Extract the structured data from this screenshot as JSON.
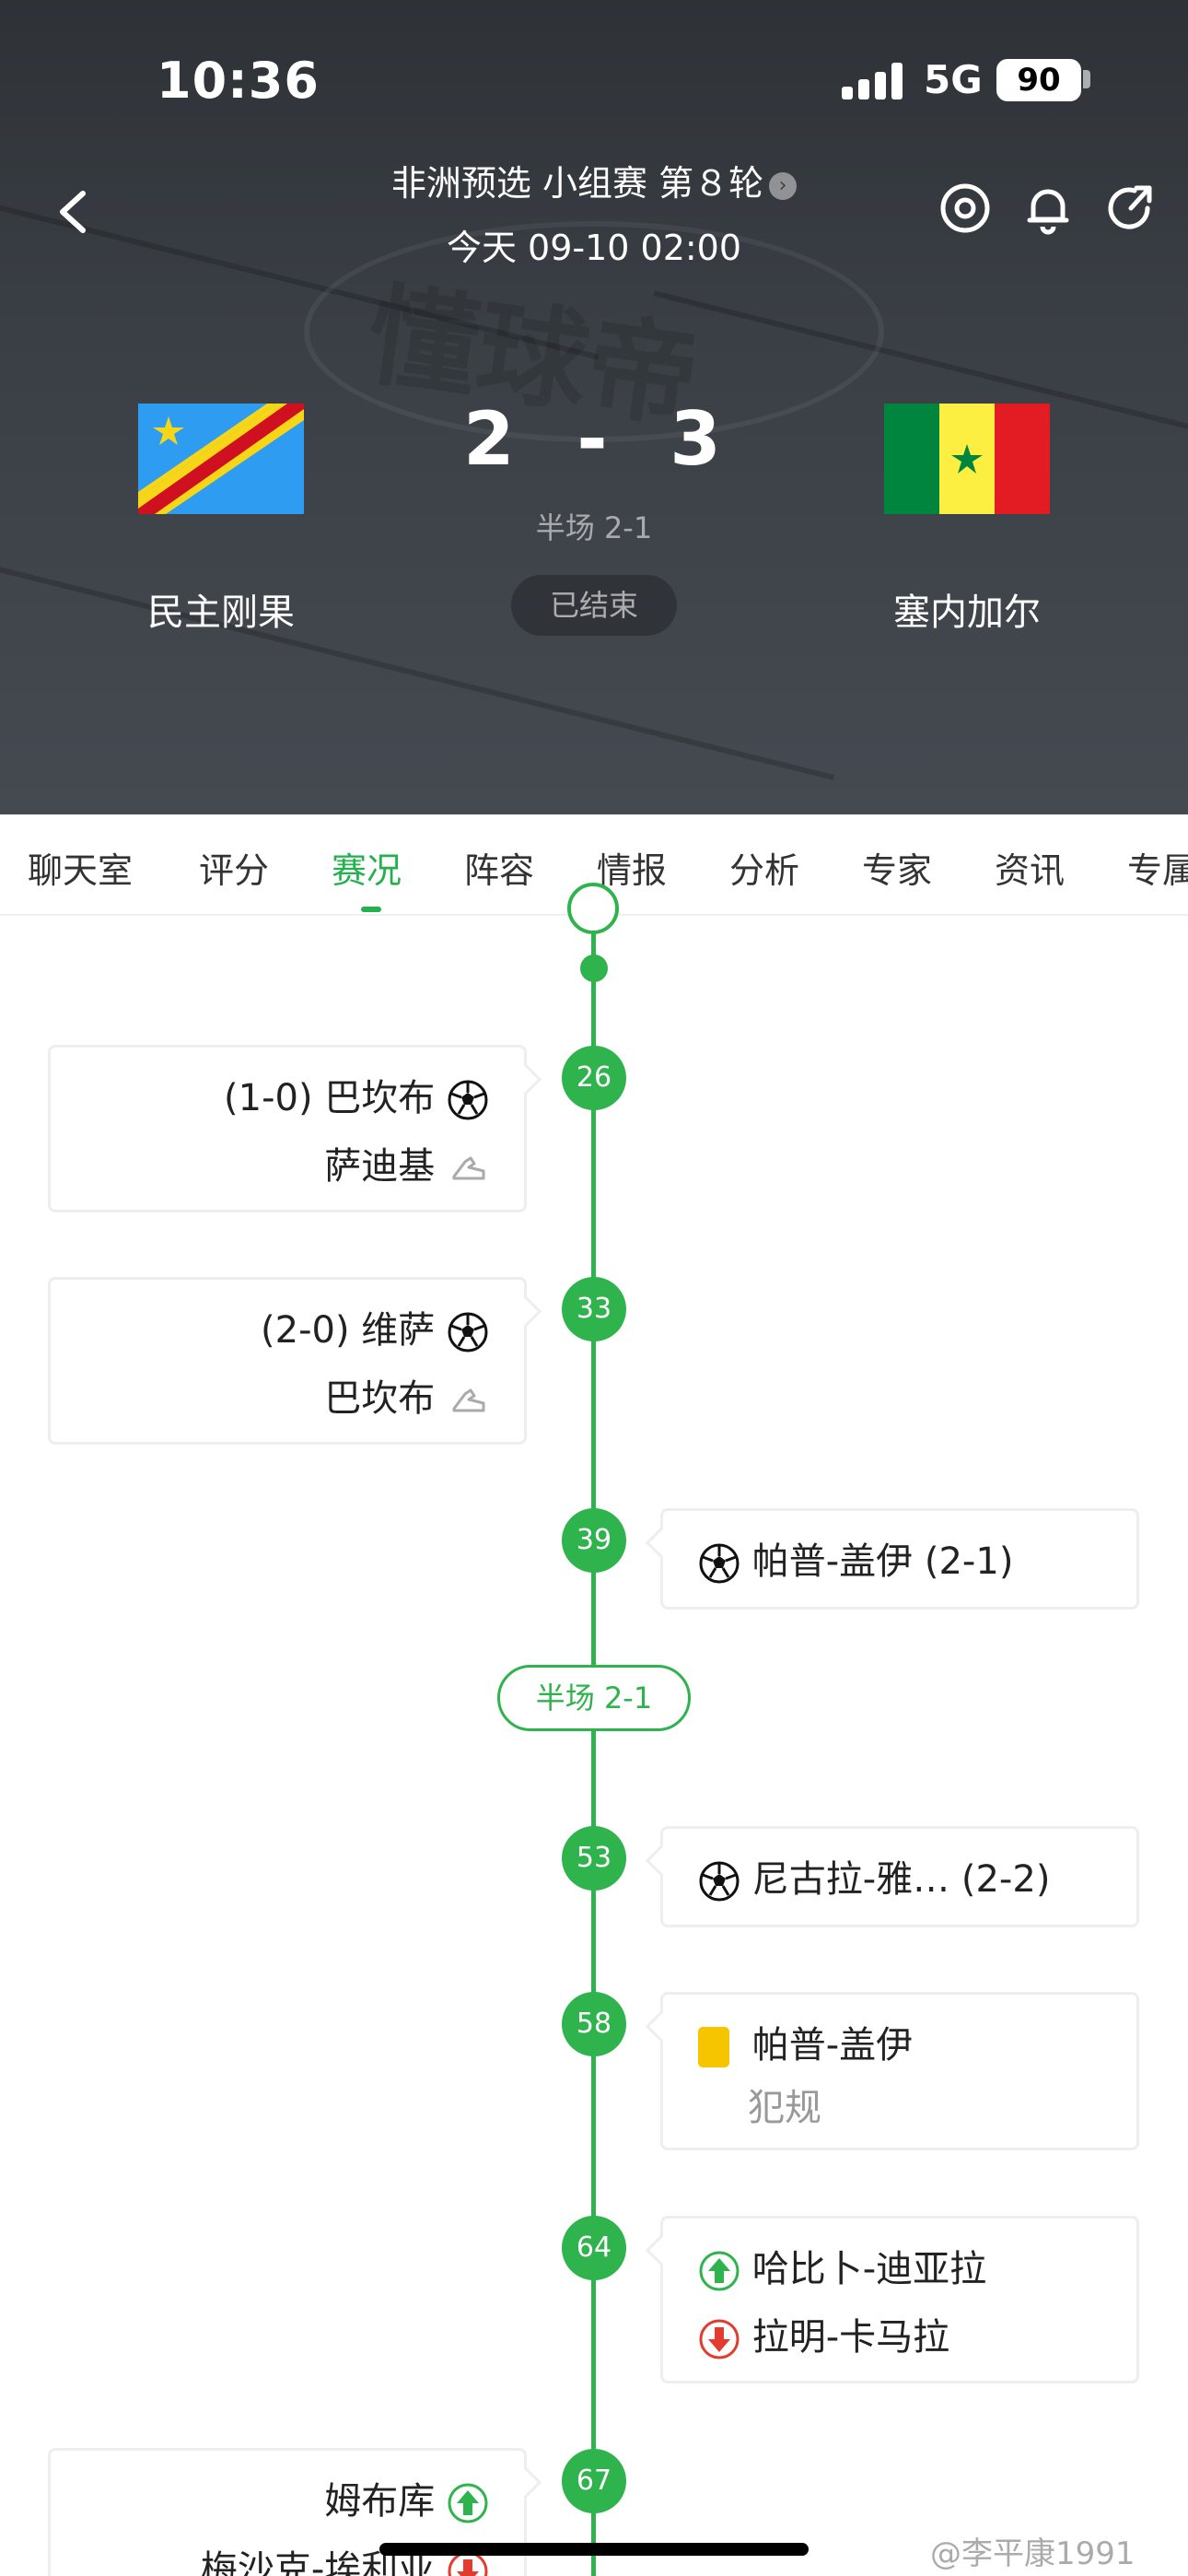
{
  "status_bar": {
    "time": "10:36",
    "network": "5G",
    "battery": "90"
  },
  "header": {
    "title": "非洲预选 小组赛 第８轮",
    "datetime": "今天 09-10 02:00",
    "watermark": "懂球帝",
    "home_team": "民主刚果",
    "away_team": "塞内加尔",
    "score": "2  -  3",
    "halftime": "半场 2-1",
    "status": "已结束",
    "icons": [
      "back-icon",
      "target-icon",
      "bell-icon",
      "share-icon"
    ]
  },
  "tabs": [
    {
      "label": "聊天室"
    },
    {
      "label": "评分"
    },
    {
      "label": "赛况",
      "active": true
    },
    {
      "label": "阵容"
    },
    {
      "label": "情报"
    },
    {
      "label": "分析"
    },
    {
      "label": "专家"
    },
    {
      "label": "资讯"
    },
    {
      "label": "专属"
    }
  ],
  "timeline": {
    "halftime_label": "半场 2-1",
    "events": [
      {
        "minute": "26",
        "side": "home",
        "type": "goal",
        "line1_score": "(1-0)",
        "line1_player": "巴坎布",
        "line2": "萨迪基",
        "line2_type": "assist"
      },
      {
        "minute": "33",
        "side": "home",
        "type": "goal",
        "line1_score": "(2-0)",
        "line1_player": "维萨",
        "line2": "巴坎布",
        "line2_type": "assist"
      },
      {
        "minute": "39",
        "side": "away",
        "type": "goal",
        "player": "帕普-盖伊",
        "score": "(2-1)"
      },
      {
        "minute": "53",
        "side": "away",
        "type": "goal",
        "player": "尼古拉-雅…",
        "score": "(2-2)"
      },
      {
        "minute": "58",
        "side": "away",
        "type": "yellow-card",
        "player": "帕普-盖伊",
        "reason": "犯规"
      },
      {
        "minute": "64",
        "side": "away",
        "type": "substitution",
        "player_in": "哈比卜-迪亚拉",
        "player_out": "拉明-卡马拉"
      },
      {
        "minute": "67",
        "side": "home",
        "type": "substitution",
        "player_in": "姆布库",
        "player_out": "梅沙克-埃利亚"
      }
    ]
  },
  "watermark_weibo": "@李平康1991",
  "colors": {
    "accent": "#2eb34d",
    "header_bg": "#3a3f45",
    "yellow_card": "#f7c500",
    "sub_out": "#e33b2e"
  }
}
